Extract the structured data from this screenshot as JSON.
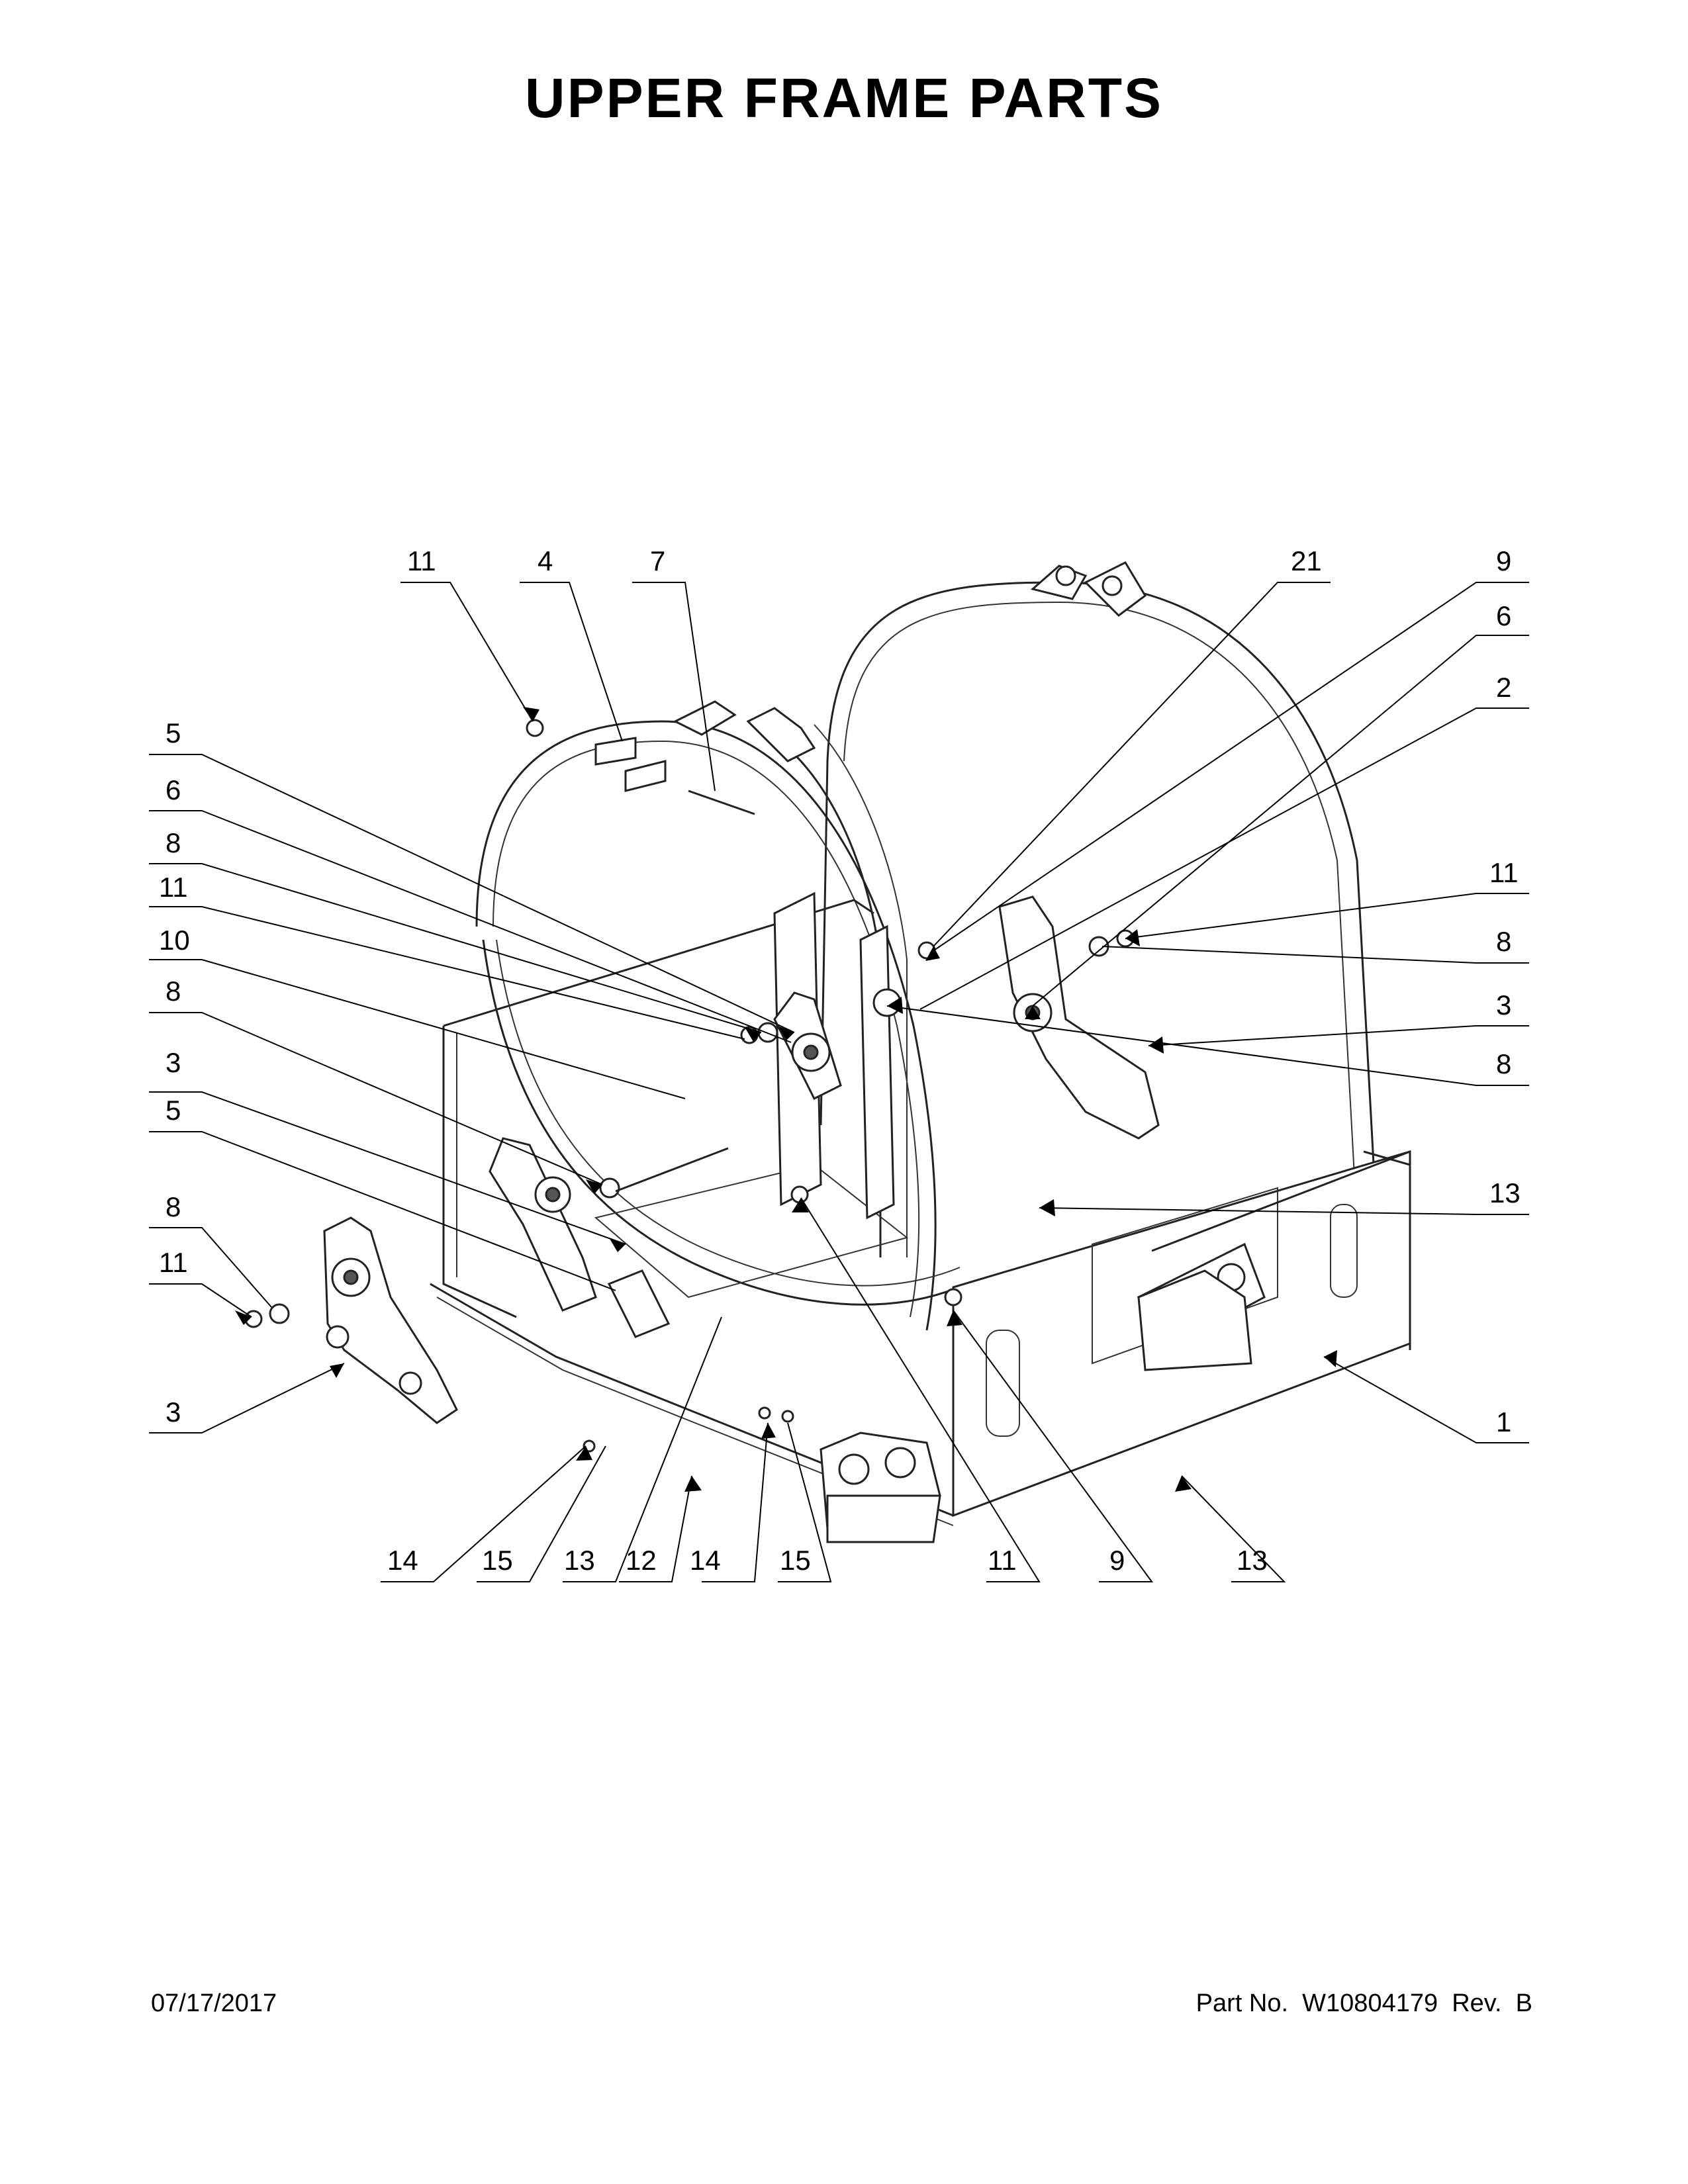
{
  "title": "UPPER FRAME PARTS",
  "footer": {
    "date": "07/17/2017",
    "part_number": "Part No.  W10804179  Rev.  B"
  },
  "callouts": [
    {
      "id": "c-11-top",
      "label": "11"
    },
    {
      "id": "c-4",
      "label": "4"
    },
    {
      "id": "c-7",
      "label": "7"
    },
    {
      "id": "c-21",
      "label": "21"
    },
    {
      "id": "c-9-top",
      "label": "9"
    },
    {
      "id": "c-6-right",
      "label": "6"
    },
    {
      "id": "c-2",
      "label": "2"
    },
    {
      "id": "c-5-left",
      "label": "5"
    },
    {
      "id": "c-6-left",
      "label": "6"
    },
    {
      "id": "c-8-left-a",
      "label": "8"
    },
    {
      "id": "c-11-left",
      "label": "11"
    },
    {
      "id": "c-10",
      "label": "10"
    },
    {
      "id": "c-8-left-b",
      "label": "8"
    },
    {
      "id": "c-3-left",
      "label": "3"
    },
    {
      "id": "c-5-left-b",
      "label": "5"
    },
    {
      "id": "c-8-left-c",
      "label": "8"
    },
    {
      "id": "c-11-left-b",
      "label": "11"
    },
    {
      "id": "c-3-bottom",
      "label": "3"
    },
    {
      "id": "c-11-right",
      "label": "11"
    },
    {
      "id": "c-8-right-a",
      "label": "8"
    },
    {
      "id": "c-3-right",
      "label": "3"
    },
    {
      "id": "c-8-right-b",
      "label": "8"
    },
    {
      "id": "c-13-right",
      "label": "13"
    },
    {
      "id": "c-1",
      "label": "1"
    },
    {
      "id": "c-14-a",
      "label": "14"
    },
    {
      "id": "c-15-a",
      "label": "15"
    },
    {
      "id": "c-13-bottom",
      "label": "13"
    },
    {
      "id": "c-12",
      "label": "12"
    },
    {
      "id": "c-14-b",
      "label": "14"
    },
    {
      "id": "c-15-b",
      "label": "15"
    },
    {
      "id": "c-11-bottom",
      "label": "11"
    },
    {
      "id": "c-9-bottom",
      "label": "9"
    },
    {
      "id": "c-13-bottom-b",
      "label": "13"
    }
  ]
}
